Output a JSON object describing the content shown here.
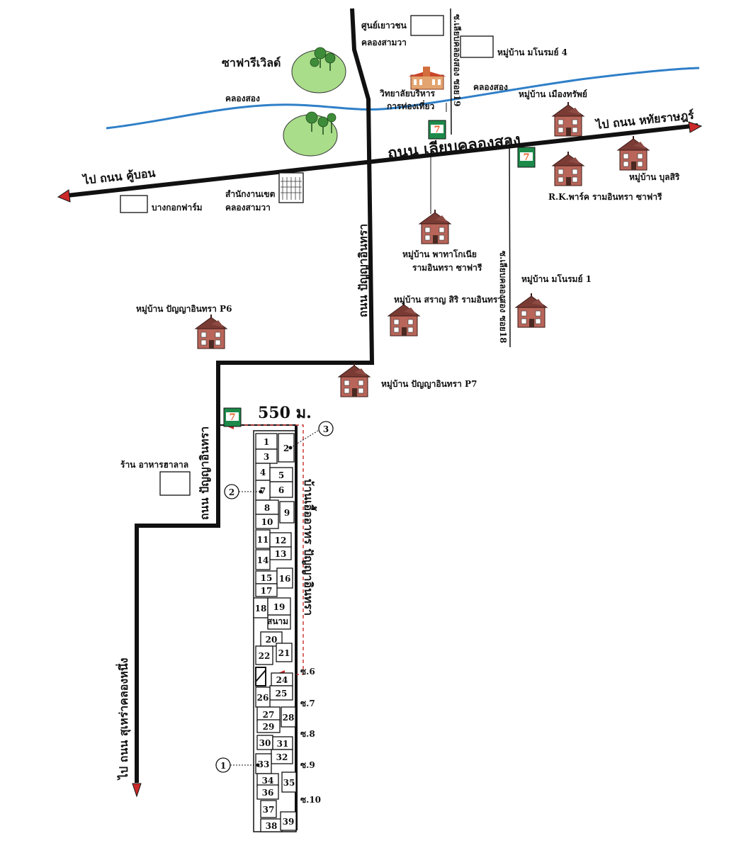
{
  "colors": {
    "road": "#111111",
    "canal": "#2f7fc8",
    "park": "#a9dd8a",
    "tree": "#3e8b3a",
    "house_wall": "#b9655a",
    "house_roof": "#7a3b34",
    "seven_eleven_green": "#1d8a4a",
    "seven_eleven_orange": "#e8632b",
    "arrow": "#cc2a2a",
    "dashed_boundary": "#cc3a3a"
  },
  "labels": {
    "safari_world": "ซาฟารีเวิลด์",
    "youth_center": "ศูนย์เยาวชน",
    "youth_center_2": "คลองสามวา",
    "college_1": "วิทยาลัยบริหาร",
    "college_2": "การท่องเที่ยว",
    "canal_left": "คลองสอง",
    "canal_right": "คลองสอง",
    "soi_vertical": "ซ.เลียบคลองสอง ซอย19",
    "village_manorom4": "หมู่บ้าน มโนรมย์ 4",
    "village_muangsap": "หมู่บ้าน เมืองทรัพย์",
    "to_hathairat": "ไป ถนน หทัยราษฎร์",
    "main_road": "ถนน เลียบคลองสอง",
    "to_kuban": "ไป ถนน คู้บอน",
    "bangkok_farm": "บางกอกฟาร์ม",
    "district_office_1": "สำนักงานเขต",
    "district_office_2": "คลองสามวา",
    "rk_park": "R.K.พาร์ค รามอินทรา ซาฟารี",
    "village_bulsiri": "หมู่บ้าน บุลสิริ",
    "panya_road_upper": "ถนน ปัญญาอินทรา",
    "village_patagonia_1": "หมู่บ้าน พาทาโกเนีย",
    "village_patagonia_2": "รามอินทรา ซาฟารี",
    "soi18": "ซ.เลียบคลองสอง ซอย18",
    "village_manorom1": "หมู่บ้าน มโนรมย์ 1",
    "village_saran": "หมู่บ้าน สราญ สิริ รามอินทรา",
    "village_p6": "หมู่บ้าน ปัญญาอินทรา P6",
    "village_p7": "หมู่บ้าน ปัญญาอินทรา P7",
    "distance": "550 ม.",
    "panya_road_lower": "ถนน ปัญญาอินทรา",
    "restaurant": "ร้าน อาหารฮาลาล",
    "to_suwinthawong": "ไป ถนน สุเหร่าคลองหนึ่ง",
    "project_name": "บ้านเอื้ออาทร ปัญญาอินทรา",
    "soi_6": "ซ.6",
    "soi_7": "ซ.7",
    "soi_8": "ซ.8",
    "soi_9": "ซ.9",
    "soi_10": "ซ.10",
    "field": "สนาม",
    "marker_1": "1",
    "marker_2": "2",
    "marker_3": "3"
  },
  "lots": [
    "1",
    "2",
    "3",
    "4",
    "5",
    "6",
    "7",
    "8",
    "9",
    "10",
    "11",
    "12",
    "13",
    "14",
    "15",
    "16",
    "17",
    "18",
    "19",
    "20",
    "21",
    "22",
    "24",
    "25",
    "26",
    "27",
    "28",
    "29",
    "30",
    "31",
    "32",
    "33",
    "34",
    "35",
    "36",
    "37",
    "38",
    "39"
  ],
  "icons": [
    "seven-eleven-icon",
    "house-icon",
    "tree-icon",
    "building-icon",
    "school-icon"
  ]
}
